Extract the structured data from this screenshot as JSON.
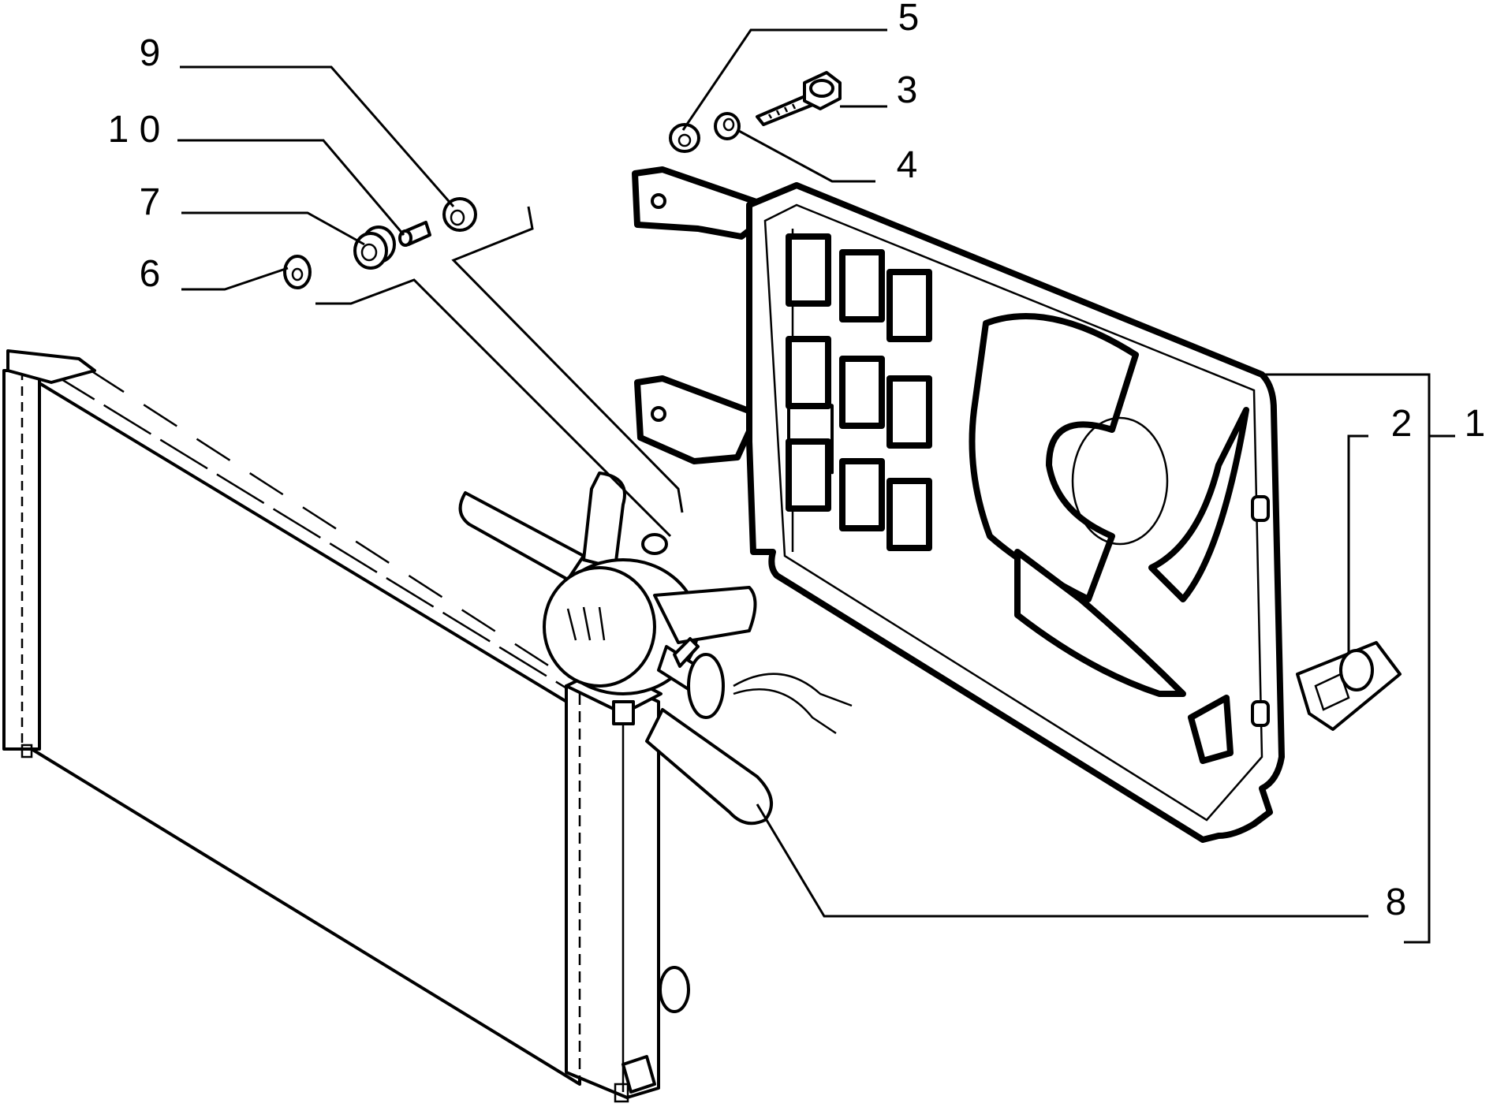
{
  "diagram": {
    "callouts": [
      {
        "id": "1",
        "label": "1"
      },
      {
        "id": "2",
        "label": "2"
      },
      {
        "id": "3",
        "label": "3"
      },
      {
        "id": "4",
        "label": "4"
      },
      {
        "id": "5",
        "label": "5"
      },
      {
        "id": "6",
        "label": "6"
      },
      {
        "id": "7",
        "label": "7"
      },
      {
        "id": "8",
        "label": "8"
      },
      {
        "id": "9",
        "label": "9"
      },
      {
        "id": "10",
        "label": "1 0"
      }
    ]
  }
}
